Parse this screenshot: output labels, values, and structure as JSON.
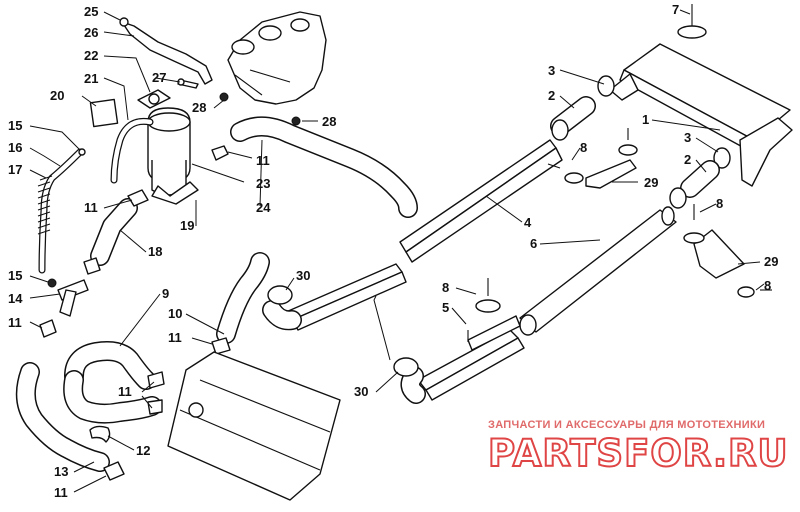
{
  "diagram": {
    "callouts": [
      "1",
      "2",
      "3",
      "4",
      "5",
      "6",
      "7",
      "8",
      "9",
      "10",
      "11",
      "12",
      "13",
      "14",
      "15",
      "16",
      "17",
      "18",
      "19",
      "20",
      "21",
      "22",
      "23",
      "24",
      "25",
      "26",
      "27",
      "28",
      "29",
      "30"
    ],
    "labels": {
      "c25": "25",
      "c26": "26",
      "c22": "22",
      "c27": "27",
      "c21": "21",
      "c20": "20",
      "c28a": "28",
      "c28b": "28",
      "c15a": "15",
      "c16": "16",
      "c17": "17",
      "c11a": "11",
      "c11b": "11",
      "c11c": "11",
      "c11d": "11",
      "c11e": "11",
      "c11f": "11",
      "c23": "23",
      "c24": "24",
      "c19": "19",
      "c18": "18",
      "c15b": "15",
      "c14": "14",
      "c9": "9",
      "c10": "10",
      "c30a": "30",
      "c30b": "30",
      "c12": "12",
      "c13": "13",
      "c7": "7",
      "c3a": "3",
      "c2a": "2",
      "c1": "1",
      "c3b": "3",
      "c2b": "2",
      "c8a": "8",
      "c8b": "8",
      "c8c": "8",
      "c8d": "8",
      "c29a": "29",
      "c29b": "29",
      "c4": "4",
      "c6": "6",
      "c5": "5"
    }
  },
  "watermark": {
    "subtitle": "ЗАПЧАСТИ И АКСЕССУАРЫ ДЛЯ МОТОТЕХНИКИ",
    "brand": "PARTSFOR.RU"
  }
}
